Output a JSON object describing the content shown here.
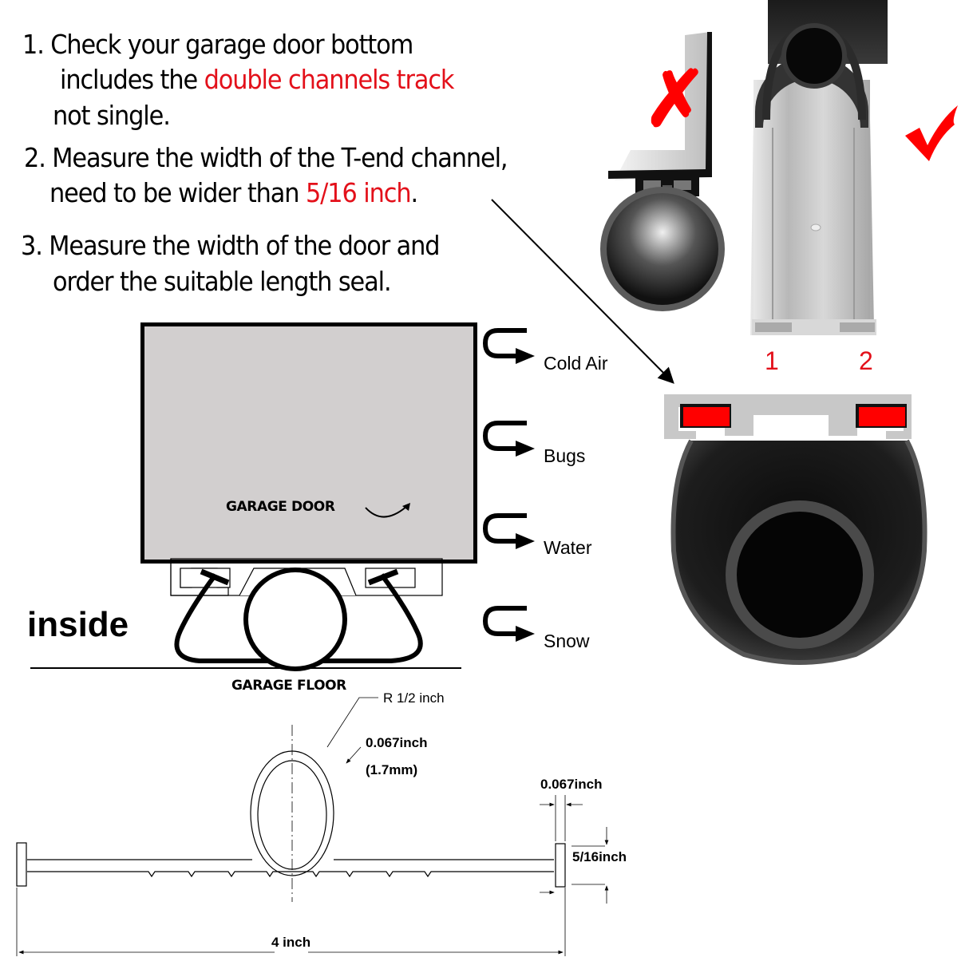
{
  "instructions": {
    "step1": {
      "line1": "1.  Check your garage door bottom",
      "line2_prefix": "includes the ",
      "line2_highlight": "double channels track",
      "line3": "not single."
    },
    "step2": {
      "line1": "2. Measure the width of the  T-end channel,",
      "line2_prefix": "need to be wider than ",
      "line2_highlight": "5/16 inch",
      "line2_suffix": "."
    },
    "step3": {
      "line1": "3. Measure the width of the door and",
      "line2": "order the suitable length seal."
    }
  },
  "photos": {
    "wrong_mark": "✗",
    "right_mark": "✓",
    "channel_labels": [
      "1",
      "2"
    ]
  },
  "door_diagram": {
    "door_label": "GARAGE DOOR",
    "inside_label": "inside",
    "floor_label": "GARAGE FLOOR",
    "blocked": [
      "Cold Air",
      "Bugs",
      "Water",
      "Snow"
    ]
  },
  "dimensions": {
    "radius": "R  1/2 inch",
    "wall_thickness": "0.067inch",
    "wall_thickness_mm": "(1.7mm)",
    "tend_thickness": "0.067inch",
    "tend_height": "5/16inch",
    "total_width": "4 inch"
  },
  "colors": {
    "accent_red": "#e3101a",
    "door_fill": "#d2cfcf",
    "aluminum": "#c8c8c8",
    "rubber": "#2a2a2a"
  }
}
